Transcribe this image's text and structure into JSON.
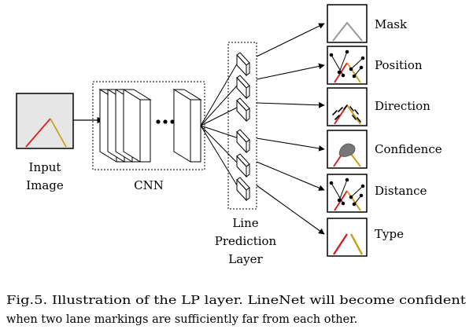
{
  "input": {
    "label_line1": "Input",
    "label_line2": "Image"
  },
  "cnn": {
    "label": "CNN"
  },
  "lp_layer": {
    "label_line1": "Line",
    "label_line2": "Prediction",
    "label_line3": "Layer"
  },
  "outputs": [
    {
      "label": "Mask"
    },
    {
      "label": "Position"
    },
    {
      "label": "Direction"
    },
    {
      "label": "Confidence"
    },
    {
      "label": "Distance"
    },
    {
      "label": "Type"
    }
  ],
  "caption": {
    "line1": "Fig.5.  Illustration of the LP layer. LineNet will become confident",
    "line2": "when two lane markings are sufficiently far from each other."
  },
  "colors": {
    "red_lane": "#d42020",
    "yellow_lane": "#c8a020",
    "input_fill": "#e6e6e6",
    "mask_line": "#999999",
    "confidence_blob": "#777777"
  }
}
